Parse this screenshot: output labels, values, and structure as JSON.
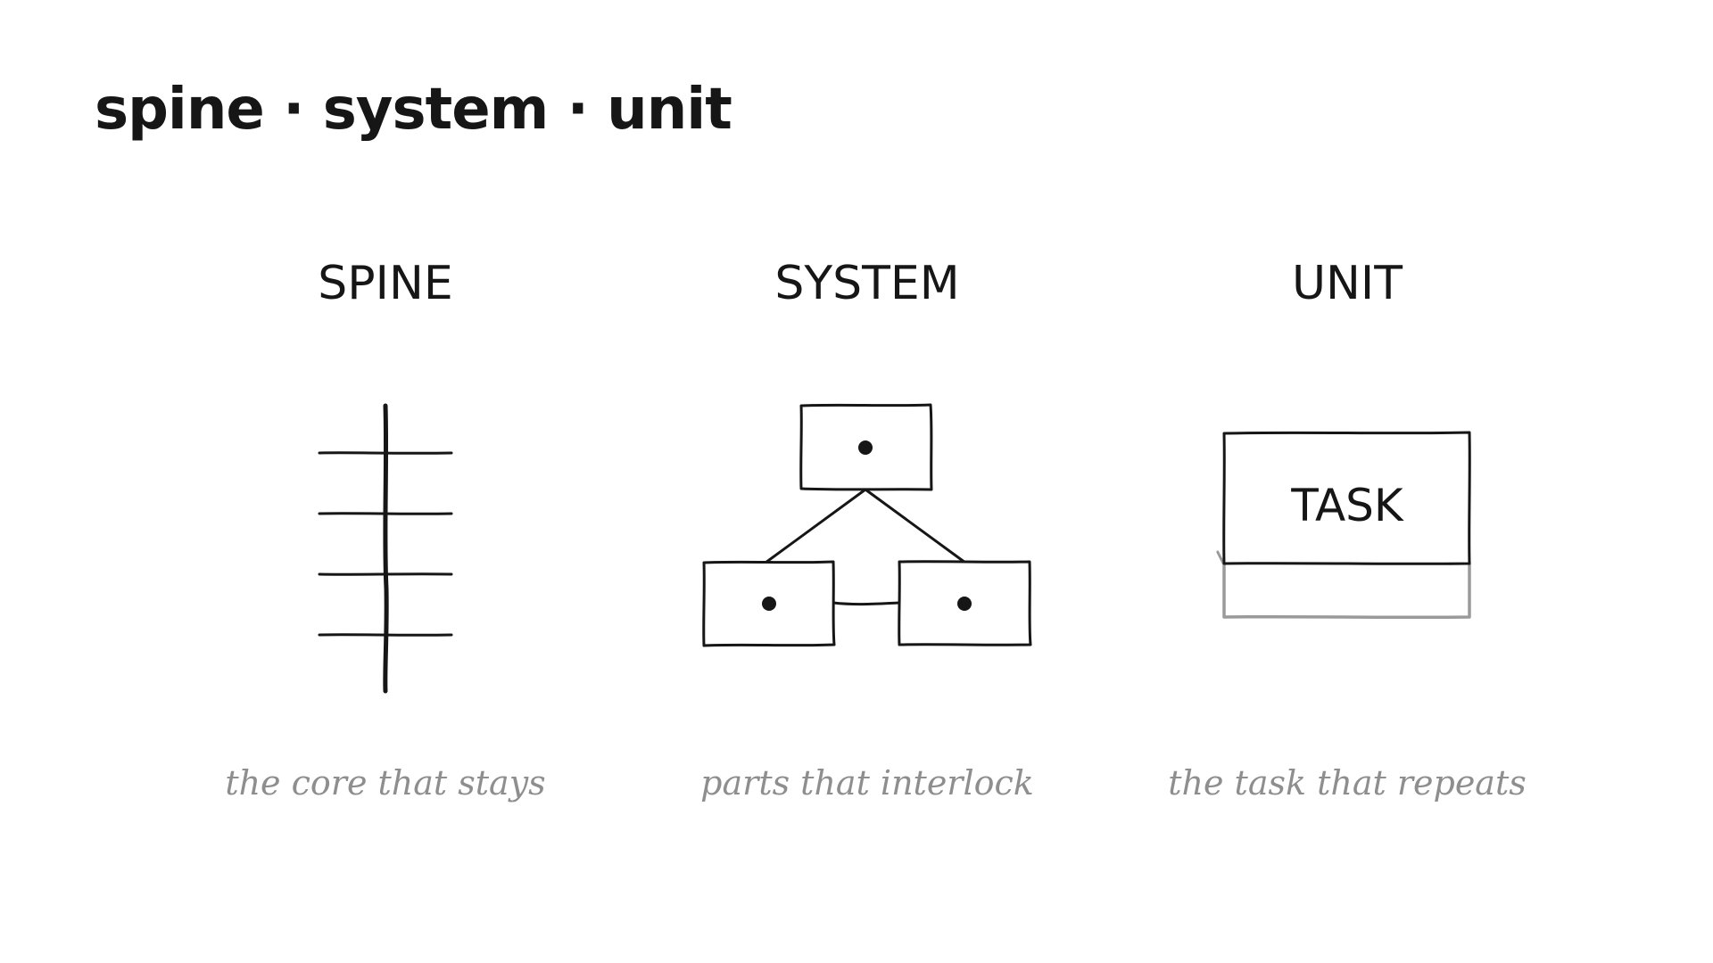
{
  "title": "spine · system · unit",
  "columns": [
    {
      "heading": "SPINE",
      "caption": "the core that stays"
    },
    {
      "heading": "SYSTEM",
      "caption": "parts that interlock"
    },
    {
      "heading": "UNIT",
      "caption": "the task that repeats"
    }
  ],
  "unit_box_label": "TASK",
  "colors": {
    "ink": "#161616",
    "caption": "#8e8e8e",
    "loop_arrow": "#9a9a9a",
    "background": "#ffffff"
  }
}
